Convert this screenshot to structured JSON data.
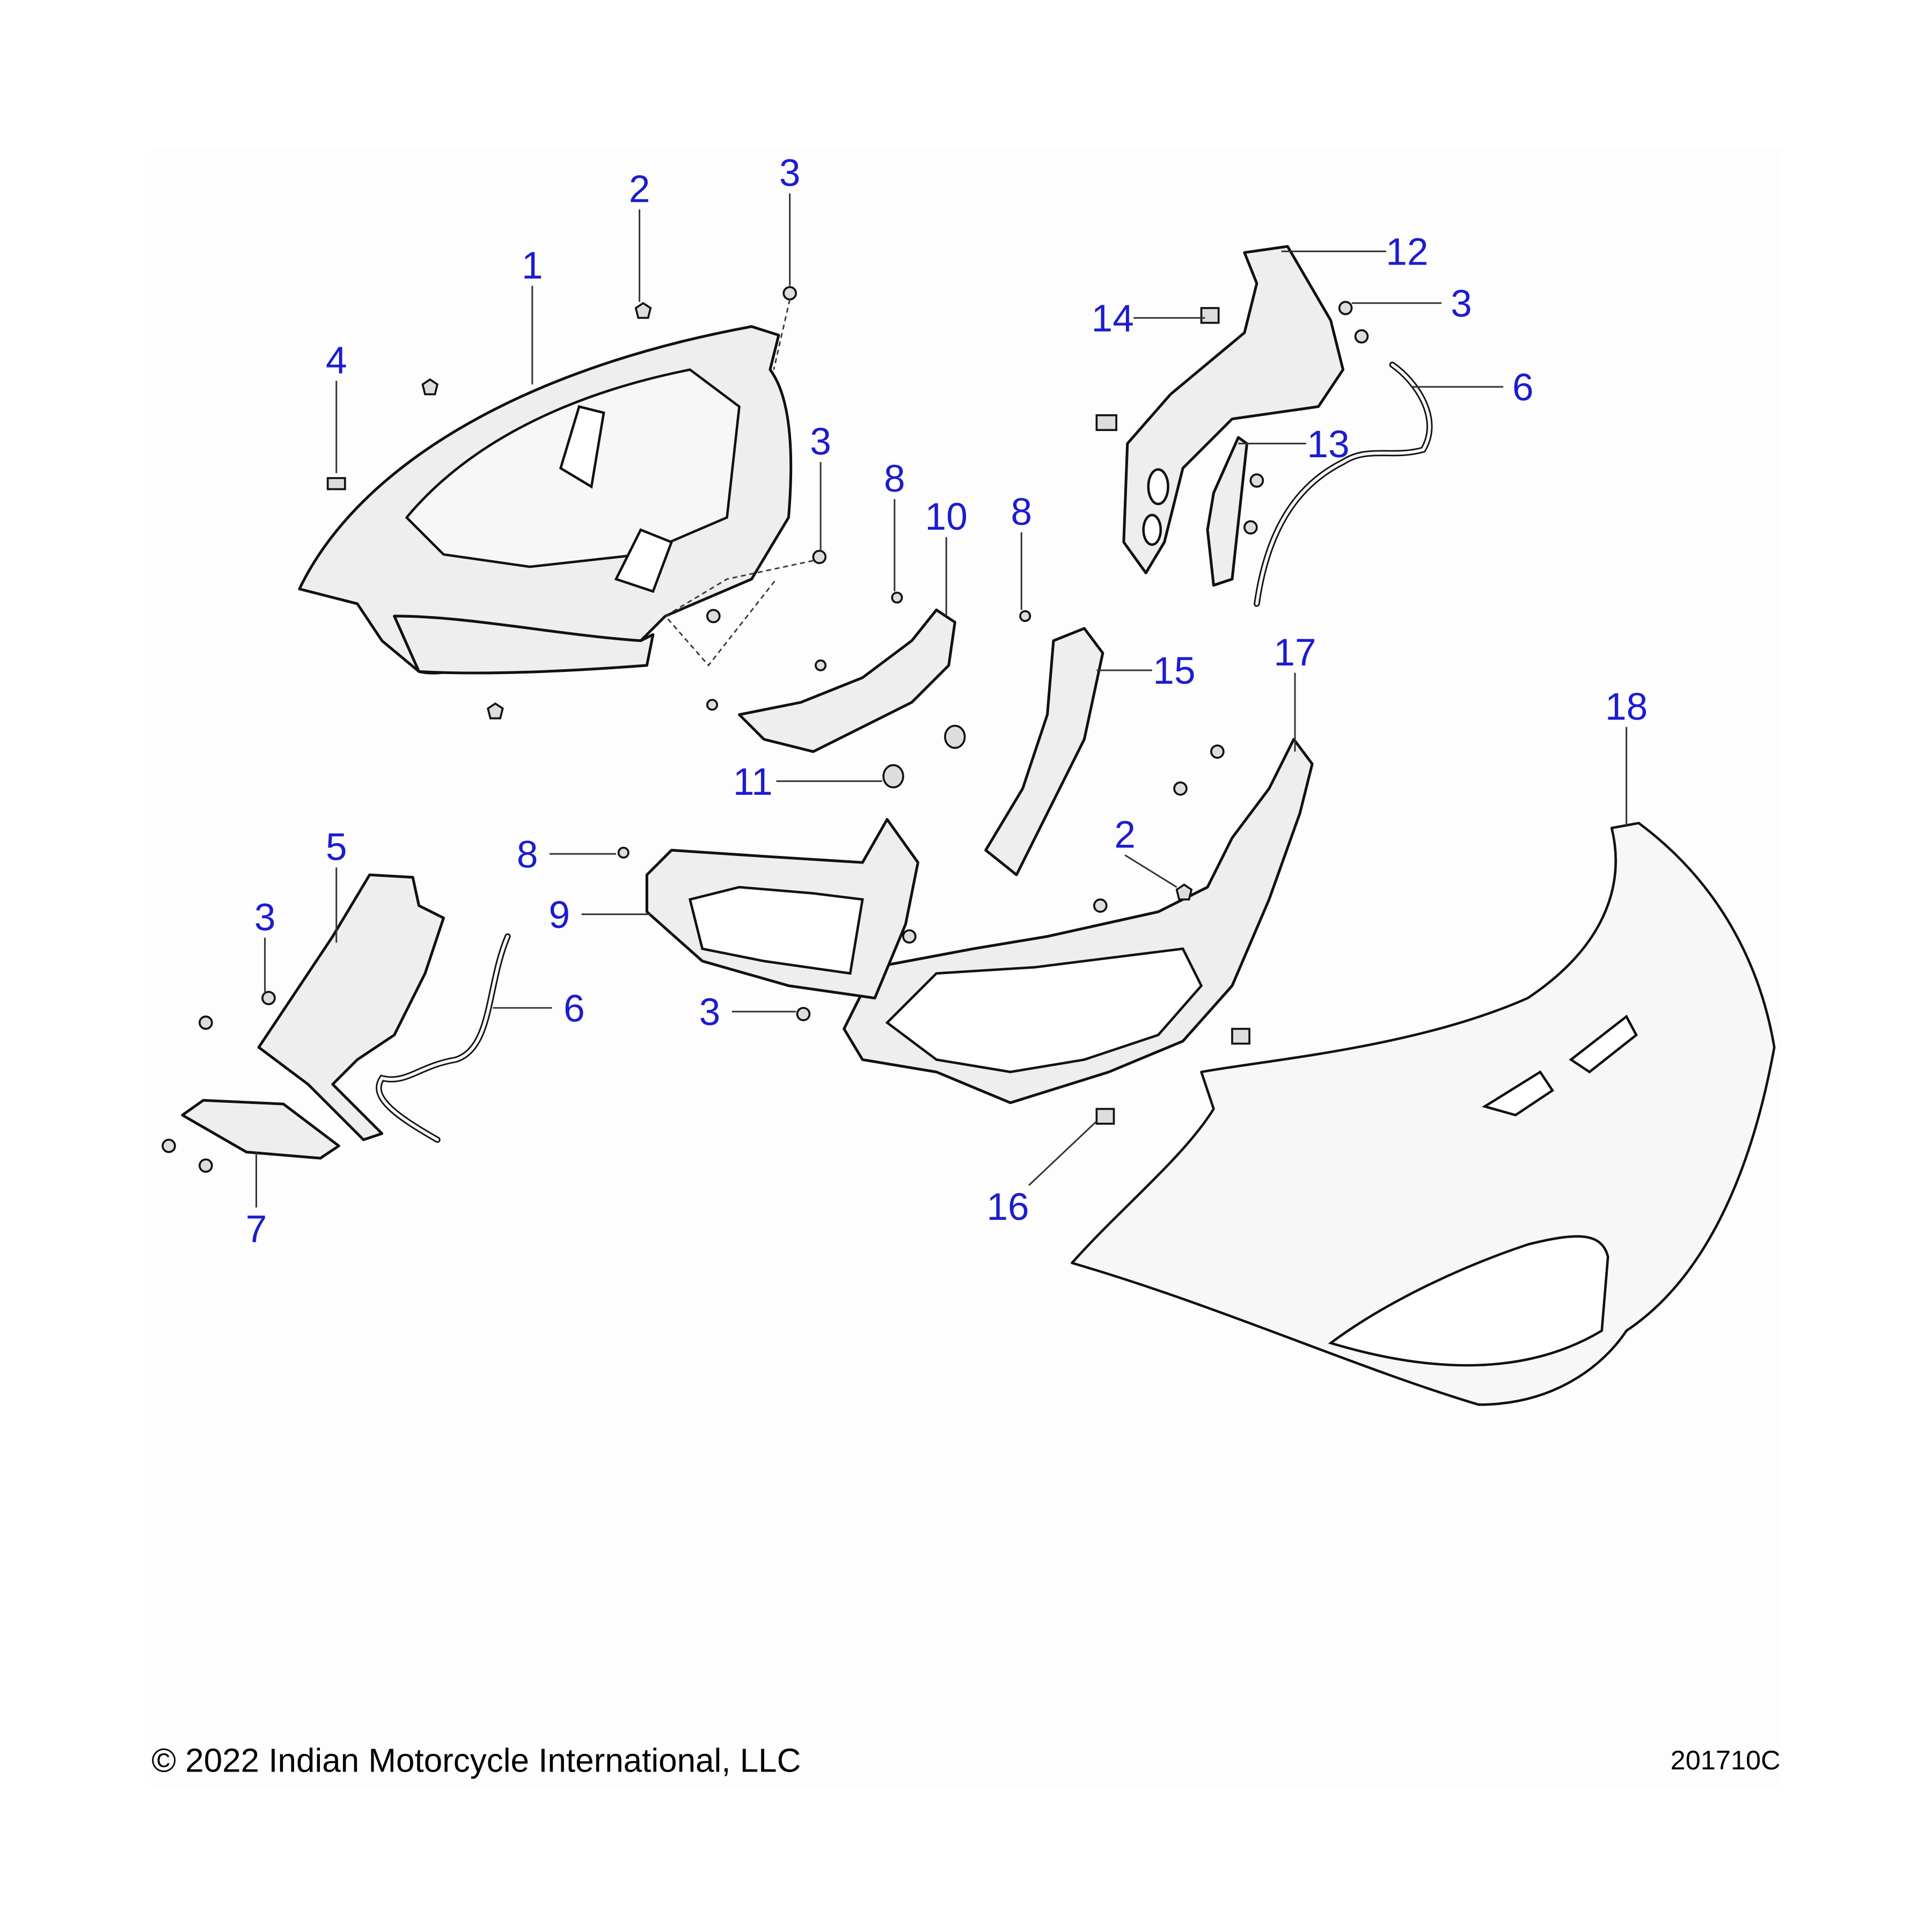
{
  "diagram": {
    "callouts": [
      "1",
      "2",
      "3",
      "4",
      "3",
      "8",
      "10",
      "8",
      "12",
      "3",
      "14",
      "6",
      "13",
      "15",
      "17",
      "18",
      "11",
      "5",
      "8",
      "9",
      "2",
      "3",
      "6",
      "3",
      "16",
      "7"
    ],
    "label_color": "#1c1ccf"
  },
  "footer": {
    "copyright": "© 2022 Indian Motorcycle International, LLC",
    "drawing_number": "201710C"
  }
}
